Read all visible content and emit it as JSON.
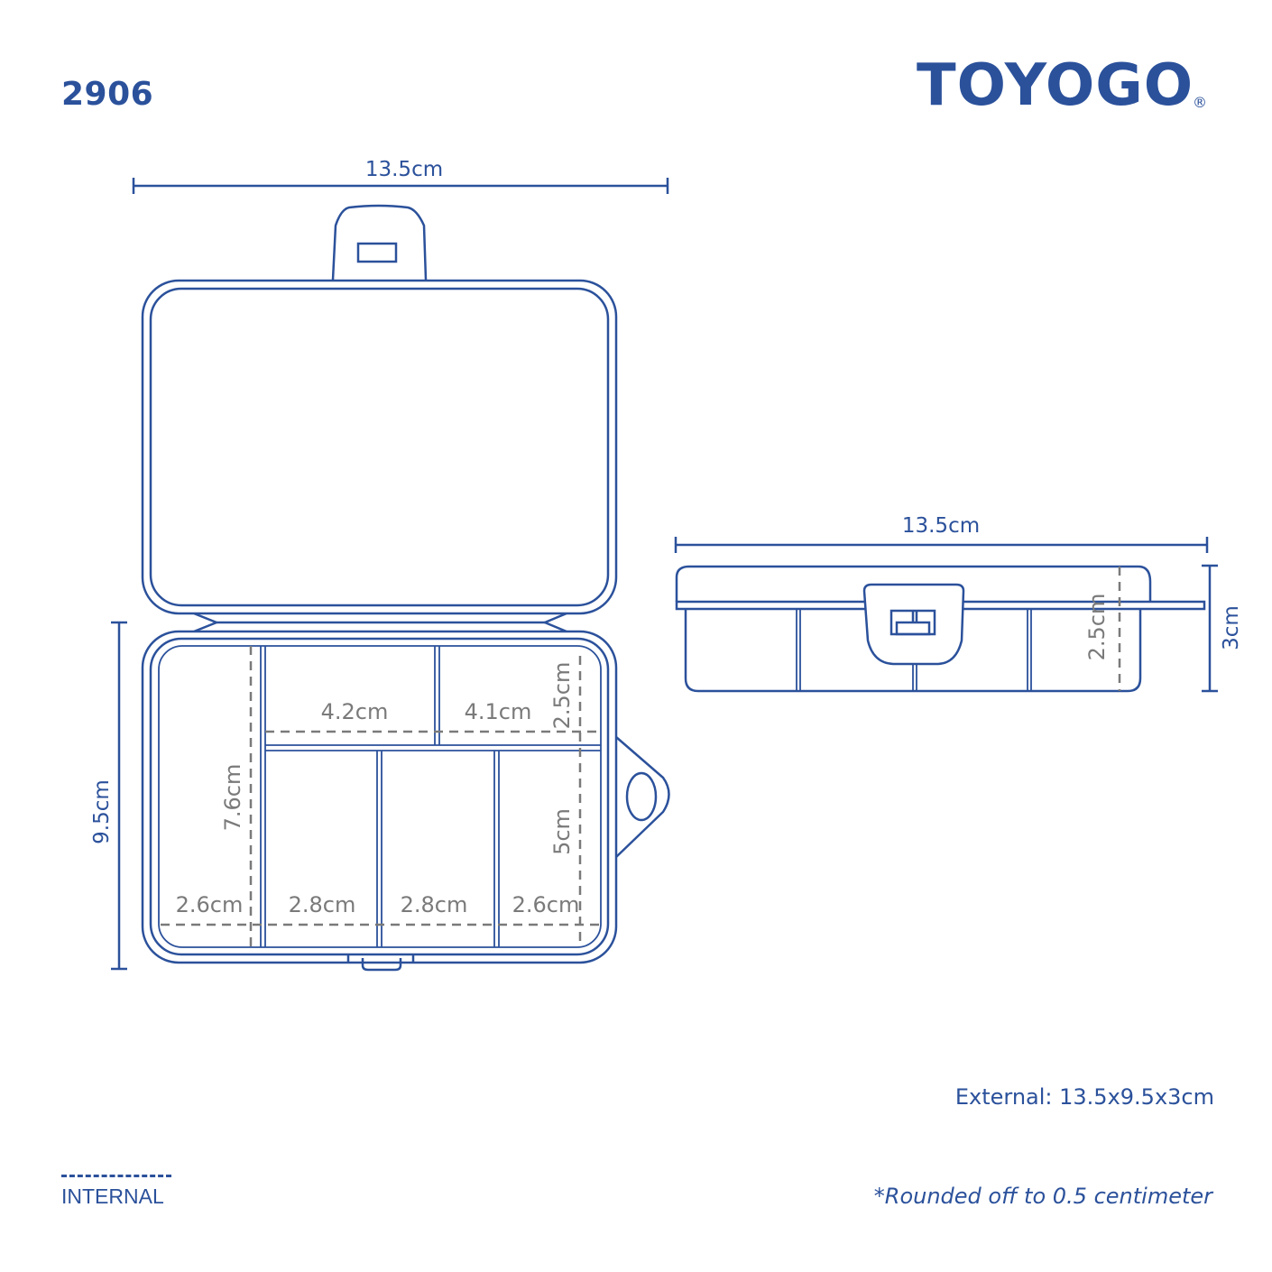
{
  "header": {
    "model_number": "2906",
    "brand": "TOYOGO",
    "brand_mark": "®"
  },
  "top_view": {
    "width_label": "13.5cm",
    "height_label": "9.5cm",
    "internal": {
      "left_column_height": "7.6cm",
      "top_row_widths": [
        "4.2cm",
        "4.1cm"
      ],
      "top_row_height": "2.5cm",
      "bottom_row_height": "5cm",
      "bottom_row_widths": [
        "2.6cm",
        "2.8cm",
        "2.8cm",
        "2.6cm"
      ]
    }
  },
  "side_view": {
    "width_label": "13.5cm",
    "height_label": "3cm",
    "internal_depth_label": "2.5cm"
  },
  "footer": {
    "external_dimensions": "External: 13.5x9.5x3cm",
    "legend_label": "INTERNAL",
    "note": "*Rounded off to 0.5 centimeter"
  },
  "colors": {
    "primary": "#2b519b",
    "internal_dim": "#7a7a7a",
    "background": "#ffffff"
  }
}
